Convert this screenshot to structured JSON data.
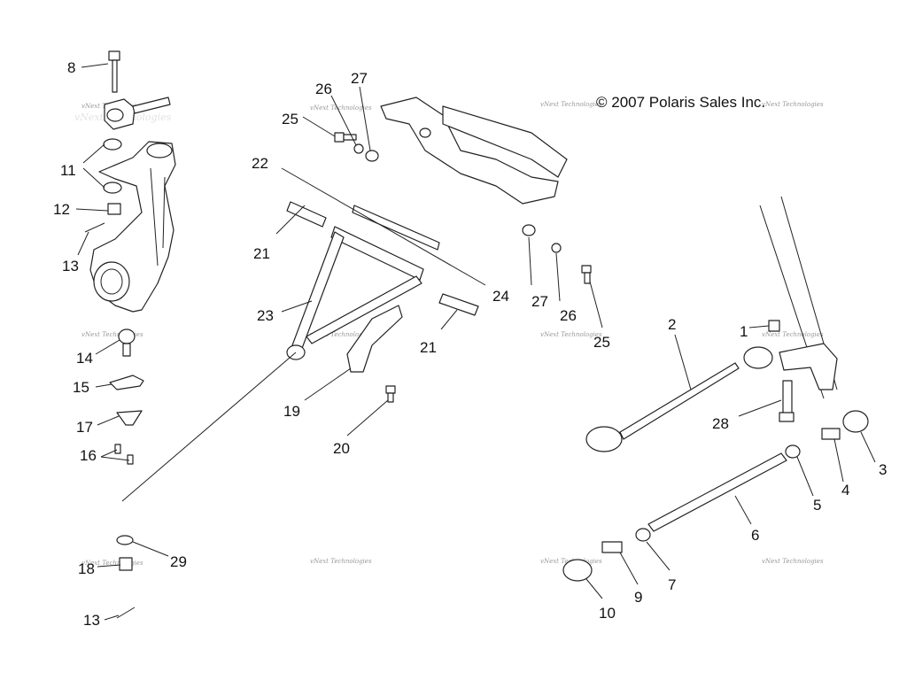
{
  "copyright": "© 2007 Polaris Sales Inc.",
  "watermark": "vNext Technologies",
  "callouts": [
    "1",
    "2",
    "3",
    "4",
    "5",
    "6",
    "7",
    "8",
    "9",
    "10",
    "11",
    "12",
    "13",
    "14",
    "15",
    "16",
    "17",
    "18",
    "19",
    "20",
    "21",
    "22",
    "23",
    "24",
    "25",
    "26",
    "27",
    "28",
    "29"
  ]
}
